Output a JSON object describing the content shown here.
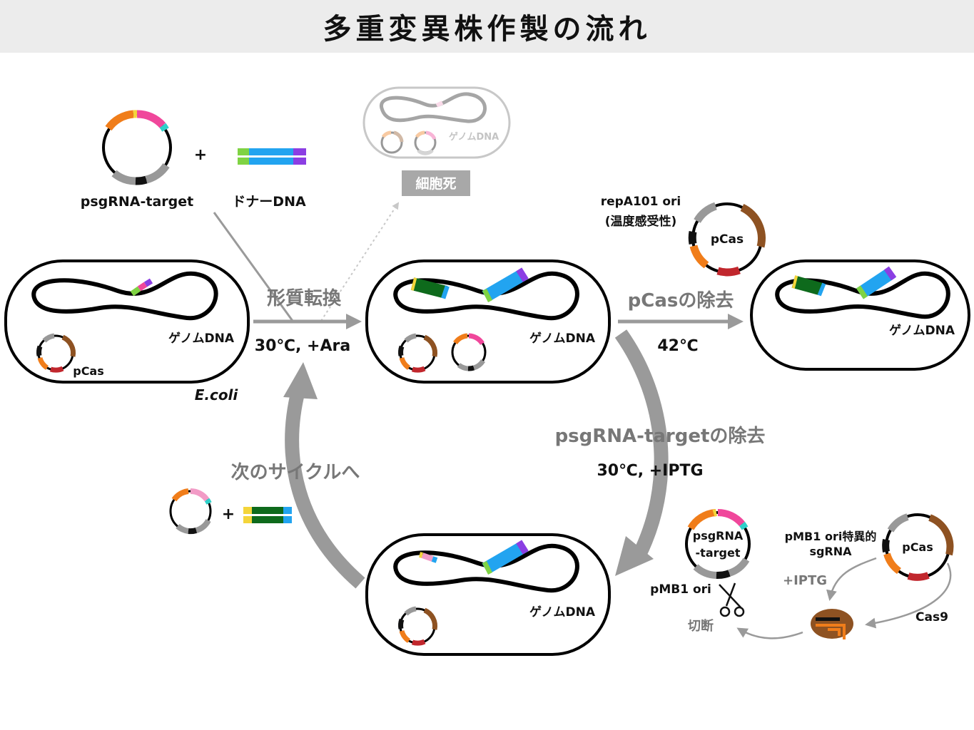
{
  "title": "多重変異株作製の流れ",
  "labels": {
    "psgrna_target": "psgRNA-target",
    "plus": "+",
    "donor_dna": "ドナーDNA",
    "cell_death": "細胞死",
    "genome_dna": "ゲノムDNA",
    "pcas": "pCas",
    "ecoli": "E.coli",
    "transformation": "形質転換",
    "cond_30_ara": "30℃, +Ara",
    "repa_ori": "repA101 ori",
    "temp_sensitive": "(温度感受性)",
    "pcas_removal": "pCasの除去",
    "cond_42": "42℃",
    "psgrna_removal": "psgRNA-targetの除去",
    "cond_30_iptg": "30℃, +IPTG",
    "next_cycle": "次のサイクルへ",
    "psgrna_line1": "psgRNA",
    "psgrna_line2": "-target",
    "pmb1_ori": "pMB1 ori",
    "pmb1_sgrna_line1": "pMB1 ori特異的",
    "pmb1_sgrna_line2": "sgRNA",
    "iptg": "+IPTG",
    "cas9": "Cas9",
    "cleavage": "切断"
  },
  "colors": {
    "orange": "#f07d1a",
    "pink": "#f0479b",
    "cyan": "#2fd0c9",
    "gray": "#999999",
    "black": "#111111",
    "green": "#7fd343",
    "blue": "#22a4f0",
    "purple": "#8b3ee3",
    "brown": "#8e5222",
    "red": "#c1272d",
    "darkgreen": "#0e6a1c",
    "yellow": "#f4d53a",
    "lightpink": "#f29bc6",
    "arrow_gray": "#9a9a9a"
  }
}
